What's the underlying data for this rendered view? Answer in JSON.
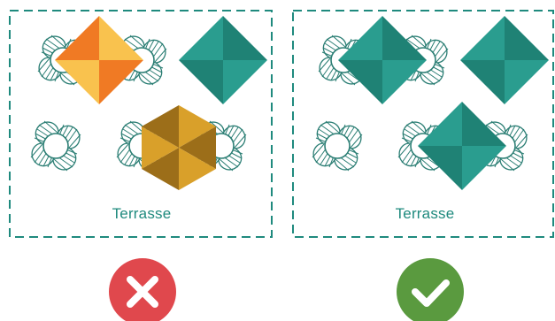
{
  "colors": {
    "accent_teal": "#1f8a7e",
    "pattern_stroke": "#2b7e74",
    "umbrella_teal": "#2a9d8f",
    "umbrella_orange": "#f4a53a",
    "umbrella_ochre": "#b8861c",
    "wrong": "#e0484d",
    "right": "#5a9a3f"
  },
  "panels": [
    {
      "caption": "Terrasse",
      "umbrellas": [
        "orange-diamond",
        "teal-diamond",
        "ochre-hexagon"
      ],
      "verdict": "x-mark-icon"
    },
    {
      "caption": "Terrasse",
      "umbrellas": [
        "teal-diamond",
        "teal-diamond",
        "teal-diamond"
      ],
      "verdict": "checkmark-icon"
    }
  ]
}
